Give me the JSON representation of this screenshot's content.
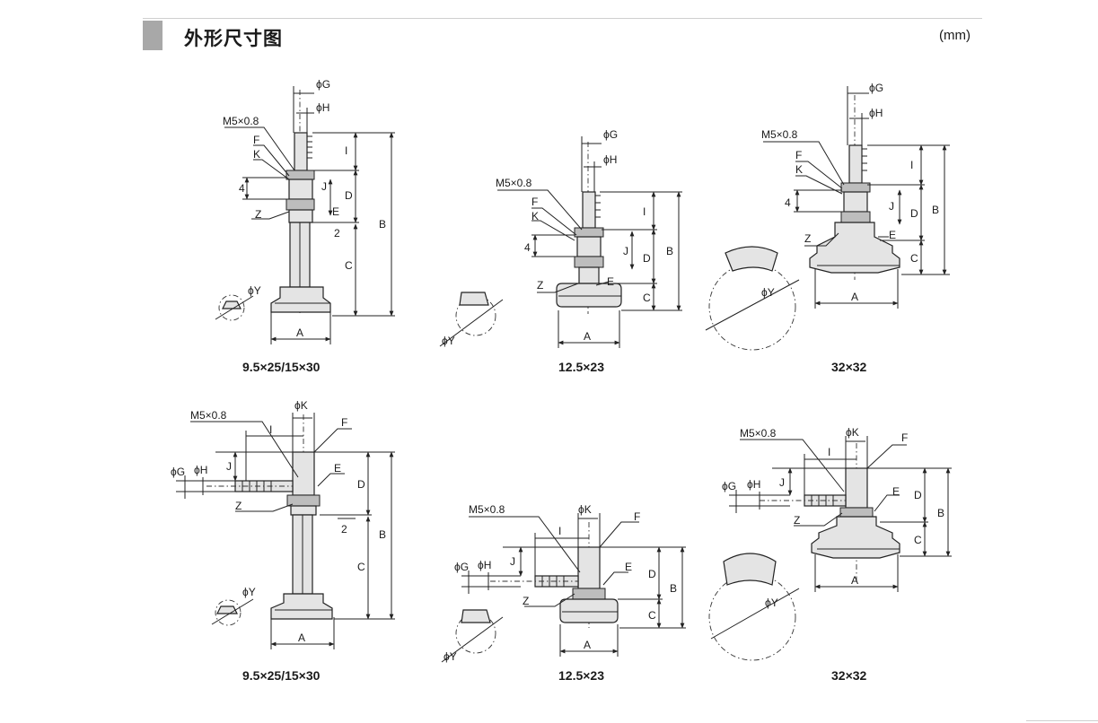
{
  "header": {
    "title": "外形尺寸图",
    "unit": "(mm)"
  },
  "figures": [
    {
      "caption": "9.5×25/15×30",
      "labels": {
        "g": "ϕG",
        "h": "ϕH",
        "thread": "M5×0.8",
        "f": "F",
        "k": "K",
        "four": "4",
        "i": "I",
        "j": "J",
        "d": "D",
        "z": "Z",
        "two": "2",
        "b": "B",
        "c": "C",
        "y": "ϕY",
        "a": "A",
        "e": "E"
      }
    },
    {
      "caption": "12.5×23",
      "labels": {
        "g": "ϕG",
        "h": "ϕH",
        "thread": "M5×0.8",
        "f": "F",
        "k": "K",
        "four": "4",
        "i": "I",
        "j": "J",
        "d": "D",
        "z": "Z",
        "e": "E",
        "b": "B",
        "c": "C",
        "y": "ϕY",
        "a": "A"
      }
    },
    {
      "caption": "32×32",
      "labels": {
        "g": "ϕG",
        "h": "ϕH",
        "thread": "M5×0.8",
        "f": "F",
        "k": "K",
        "four": "4",
        "i": "I",
        "j": "J",
        "d": "D",
        "z": "Z",
        "e": "E",
        "b": "B",
        "c": "C",
        "y": "ϕY",
        "a": "A"
      }
    },
    {
      "caption": "9.5×25/15×30",
      "labels": {
        "thread": "M5×0.8",
        "k": "ϕK",
        "f": "F",
        "i": "I",
        "g": "ϕG",
        "h": "ϕH",
        "j": "J",
        "e": "E",
        "d": "D",
        "z": "Z",
        "two": "2",
        "b": "B",
        "c": "C",
        "y": "ϕY",
        "a": "A"
      }
    },
    {
      "caption": "12.5×23",
      "labels": {
        "thread": "M5×0.8",
        "k": "ϕK",
        "f": "F",
        "i": "I",
        "g": "ϕG",
        "h": "ϕH",
        "j": "J",
        "e": "E",
        "d": "D",
        "b": "B",
        "z": "Z",
        "c": "C",
        "y": "ϕY",
        "a": "A"
      }
    },
    {
      "caption": "32×32",
      "labels": {
        "thread": "M5×0.8",
        "k": "ϕK",
        "f": "F",
        "i": "I",
        "g": "ϕG",
        "h": "ϕH",
        "j": "J",
        "e": "E",
        "d": "D",
        "z": "Z",
        "b": "B",
        "c": "C",
        "y": "ϕY",
        "a": "A"
      }
    }
  ]
}
